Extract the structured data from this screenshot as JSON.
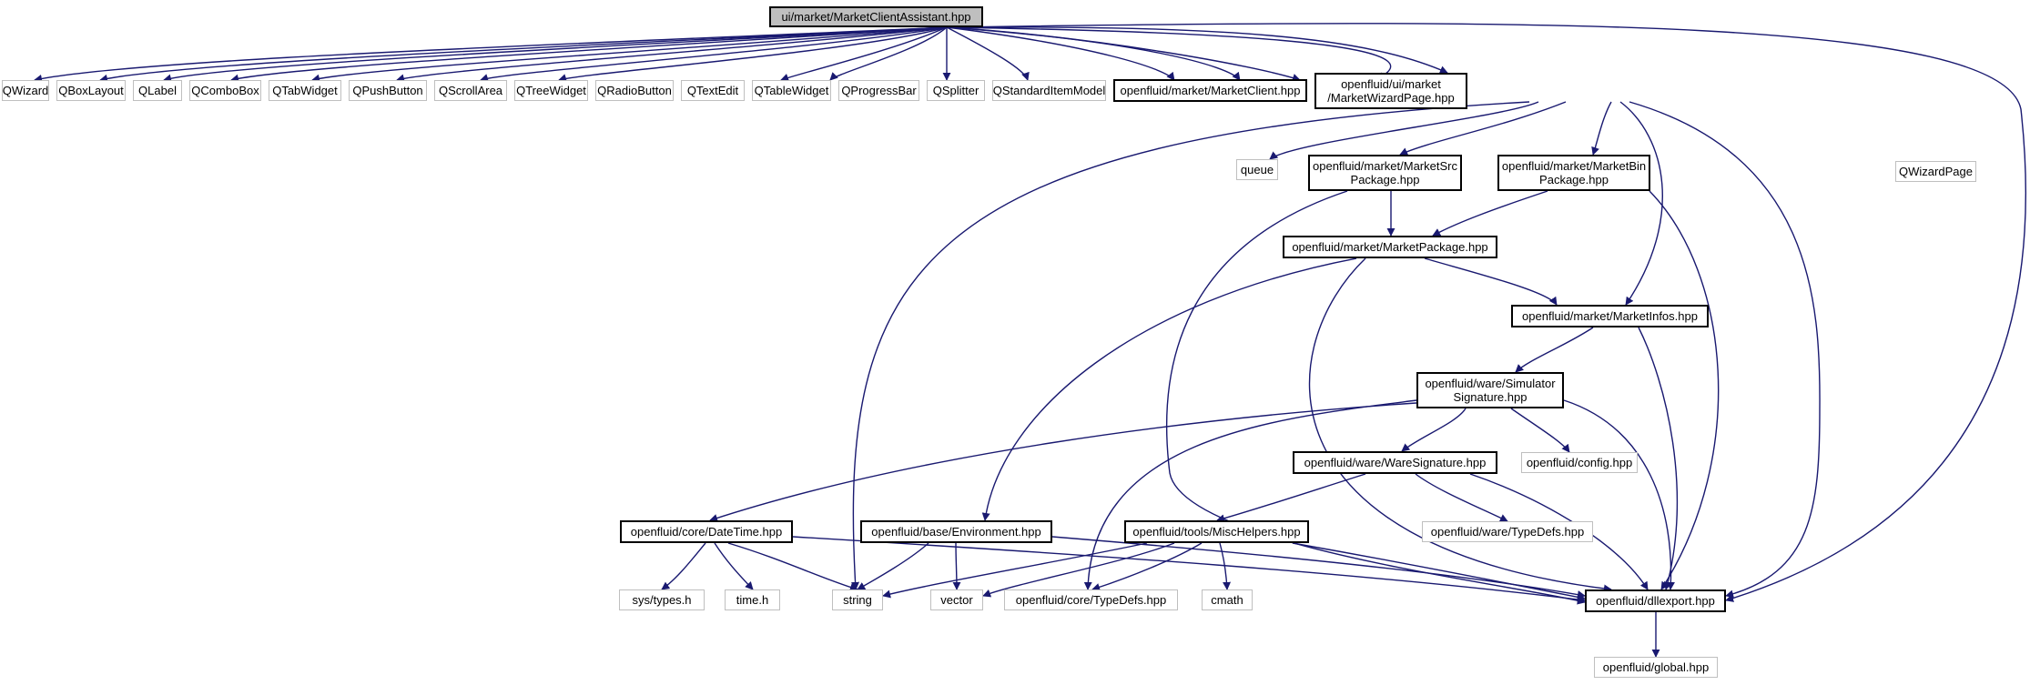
{
  "nodes": {
    "root": "ui/market/MarketClientAssistant.hpp",
    "qwizard": "QWizard",
    "qboxlayout": "QBoxLayout",
    "qlabel": "QLabel",
    "qcombobox": "QComboBox",
    "qtabwidget": "QTabWidget",
    "qpushbutton": "QPushButton",
    "qscrollarea": "QScrollArea",
    "qtreewidget": "QTreeWidget",
    "qradiobutton": "QRadioButton",
    "qtextedit": "QTextEdit",
    "qtablewidget": "QTableWidget",
    "qprogressbar": "QProgressBar",
    "qsplitter": "QSplitter",
    "qstandarditemmodel": "QStandardItemModel",
    "marketclient": "openfluid/market/MarketClient.hpp",
    "marketwizardpage": "openfluid/ui/market\n/MarketWizardPage.hpp",
    "queue": "queue",
    "marketsrcpackage": "openfluid/market/MarketSrc\nPackage.hpp",
    "marketbinpackage": "openfluid/market/MarketBin\nPackage.hpp",
    "qwizardpage": "QWizardPage",
    "marketpackage": "openfluid/market/MarketPackage.hpp",
    "marketinfos": "openfluid/market/MarketInfos.hpp",
    "simulatorsignature": "openfluid/ware/Simulator\nSignature.hpp",
    "waresignature": "openfluid/ware/WareSignature.hpp",
    "config": "openfluid/config.hpp",
    "waretypedefs": "openfluid/ware/TypeDefs.hpp",
    "datetime": "openfluid/core/DateTime.hpp",
    "environment": "openfluid/base/Environment.hpp",
    "mischelpers": "openfluid/tools/MiscHelpers.hpp",
    "systypes": "sys/types.h",
    "timeh": "time.h",
    "string": "string",
    "vector": "vector",
    "coretypedefs": "openfluid/core/TypeDefs.hpp",
    "cmath": "cmath",
    "dllexport": "openfluid/dllexport.hpp",
    "global": "openfluid/global.hpp"
  },
  "colors": {
    "edge": "#191970",
    "root_fill": "#bfbfbf",
    "documented_border": "#000000",
    "external_border": "#bfbfbf"
  }
}
